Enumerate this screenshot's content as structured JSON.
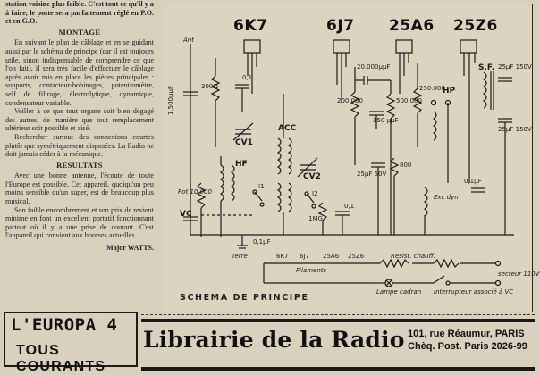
{
  "article": {
    "intro": "station voisine plus faible. C'est tout ce qu'il y a à faire, le poste sera parfaitement réglé en P.O. et en G.O.",
    "montage_heading": "MONTAGE",
    "montage_p1": "En suivant le plan de câblage et en se guidant aussi par le schéma de principe (car il est toujours utile, sinon indispensable de comprendre ce que l'on fait), il sera très facile d'effectuer le câblage après avoir mis en place les pièces principales : supports, contacteur-bobinages, potentiomètre, self de filtrage, électrolytique, dynamique, condensateur variable.",
    "montage_p2": "Veiller à ce que tout organe soit bien dégagé des autres, de manière que tout remplacement ultérieur soit possible et aisé.",
    "montage_p3": "Rechercher surtout des connexions courtes plutôt que symétriquement disposées. La Radio ne doit jamais céder à la mécanique.",
    "resultats_heading": "RESULTATS",
    "resultats_p1": "Avec une bonne antenne, l'écoute de toute l'Europe est possible. Cet appareil, quoiqu'un peu moins sensible qu'un super, est de beaucoup plus musical.",
    "resultats_p2": "Son faible encombrement et son prix de revient minime en font un excellent portatif fonctionnant partout où il y a une prise de courant. C'est l'appareil qui convient aux bourses actuelles.",
    "signature": "Major WATTS."
  },
  "schematic": {
    "caption": "SCHEMA DE PRINCIPE",
    "tubes": [
      "6K7",
      "6J7",
      "25A6",
      "25Z6"
    ],
    "labels": {
      "ant": "Ant",
      "c1500": "1.500μμF",
      "r300": "300Ω",
      "c01a": "0,1",
      "cv1": "CV1",
      "hf": "HF",
      "acc": "ACC",
      "cv2": "CV2",
      "pot": "Pot 10.000",
      "vc": "VC",
      "i1": "I1",
      "i2": "I2",
      "terre": "Terre",
      "c01b": "0,1μF",
      "r1mg": "1MG",
      "c01c": "0,1",
      "r200k": "200.000",
      "c20000": "20.000μμF",
      "c350": "350 μμF",
      "r500k": "500.000",
      "r250k": "250.000",
      "c25": "25μF 50V",
      "r800": "800",
      "exc": "Exc dyn",
      "hp": "HP",
      "sf": "S.F.",
      "c25b": "25μF 150V",
      "c25c": "25μF 150V",
      "c01d": "0,1μF",
      "filaments": "Filaments",
      "f6k7": "6K7",
      "f6j7": "6J7",
      "f25a6": "25A6",
      "f25z6": "25Z6",
      "resist": "Resist. chauff.",
      "lampe": "Lampe cadran",
      "inter": "Interrupteur associé à VC",
      "secteur": "secteur 110V"
    }
  },
  "ads": {
    "europa_line1": "L'EUROPA 4",
    "europa_line2": "TOUS COURANTS",
    "librairie_name": "Librairie de la Radio",
    "librairie_addr1": "101, rue Réaumur, PARIS",
    "librairie_addr2": "Chèq. Post. Paris 2026-99"
  }
}
